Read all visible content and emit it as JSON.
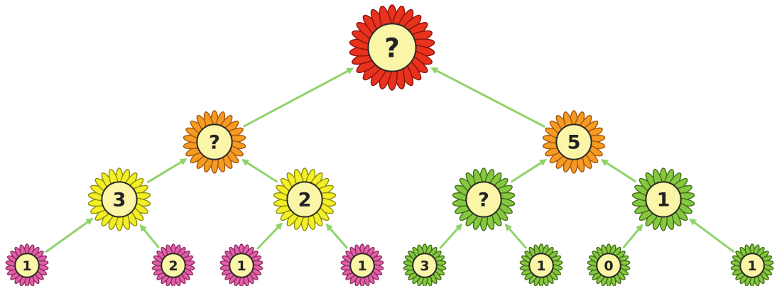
{
  "colors": {
    "red": {
      "petal": "#e8321e",
      "stroke": "#8a1208"
    },
    "orange": {
      "petal": "#f59a22",
      "stroke": "#a3560b"
    },
    "yellow": {
      "petal": "#f2ee28",
      "stroke": "#8e8a08"
    },
    "green": {
      "petal": "#86c741",
      "stroke": "#3f6e12"
    },
    "pink": {
      "petal": "#e25fa6",
      "stroke": "#8d2a63"
    },
    "center": "#fbf5a8",
    "arrow": "#8fd36a"
  },
  "tree": {
    "root": {
      "label": "?",
      "color": "red"
    },
    "left": {
      "label": "?",
      "color": "orange"
    },
    "right": {
      "label": "5",
      "color": "orange"
    },
    "left_left": {
      "label": "3",
      "color": "yellow"
    },
    "left_right": {
      "label": "2",
      "color": "yellow"
    },
    "right_left": {
      "label": "?",
      "color": "green"
    },
    "right_right": {
      "label": "1",
      "color": "green"
    },
    "leaf_1": {
      "label": "1",
      "color": "pink"
    },
    "leaf_2": {
      "label": "2",
      "color": "pink"
    },
    "leaf_3": {
      "label": "1",
      "color": "pink"
    },
    "leaf_4": {
      "label": "1",
      "color": "pink"
    },
    "leaf_5": {
      "label": "3",
      "color": "green"
    },
    "leaf_6": {
      "label": "1",
      "color": "green"
    },
    "leaf_7": {
      "label": "0",
      "color": "green"
    },
    "leaf_8": {
      "label": "1",
      "color": "green"
    }
  },
  "edges": [
    [
      "left",
      "root"
    ],
    [
      "right",
      "root"
    ],
    [
      "left_left",
      "left"
    ],
    [
      "left_right",
      "left"
    ],
    [
      "right_left",
      "right"
    ],
    [
      "right_right",
      "right"
    ],
    [
      "leaf_1",
      "left_left"
    ],
    [
      "leaf_2",
      "left_left"
    ],
    [
      "leaf_3",
      "left_right"
    ],
    [
      "leaf_4",
      "left_right"
    ],
    [
      "leaf_5",
      "right_left"
    ],
    [
      "leaf_6",
      "right_left"
    ],
    [
      "leaf_7",
      "right_right"
    ],
    [
      "leaf_8",
      "right_right"
    ]
  ]
}
